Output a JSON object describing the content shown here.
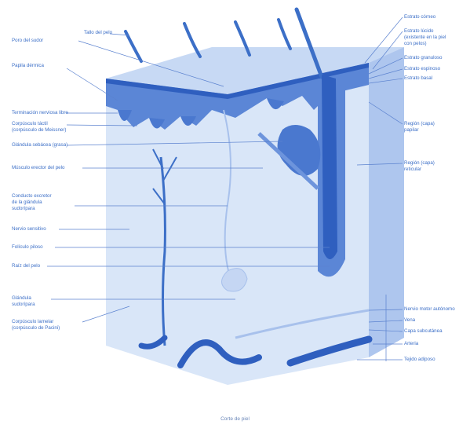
{
  "diagram": {
    "caption": "Corte de piel",
    "colors": {
      "ink": "#3c6fc7",
      "block_light": "#d6e4f7",
      "block_mid": "#b9cff0",
      "epidermis": "#5b86d6",
      "dark": "#2f5fbf",
      "background": "#ffffff"
    },
    "labels_left": [
      "Tallo del pelo",
      "Poro del sudor",
      "Papila dérmica",
      "Terminación nerviosa libre",
      "Corpúsculo táctil",
      "(corpúsculo de Meissner)",
      "Glándula sebácea (grasa)",
      "Músculo erector del pelo",
      "Conducto excretor",
      "de la glándula",
      "sudorípara",
      "Nervio sensitivo",
      "Folículo piloso",
      "Raíz del pelo",
      "Glándula",
      "sudorípara",
      "Corpúsculo lamelar",
      "(corpúsculo de Pacini)"
    ],
    "labels_right": [
      "Estrato córneo",
      "Estrato lúcido",
      "(existente en la piel",
      "con pelos)",
      "Estrato granuloso",
      "Estrato espinoso",
      "Estrato basal",
      "Región (capa)",
      "papilar",
      "Región (capa)",
      "reticular",
      "Nervio motor autónomo",
      "Vena",
      "Capa subcutánea",
      "Arteria",
      "Tejido adiposo"
    ]
  }
}
